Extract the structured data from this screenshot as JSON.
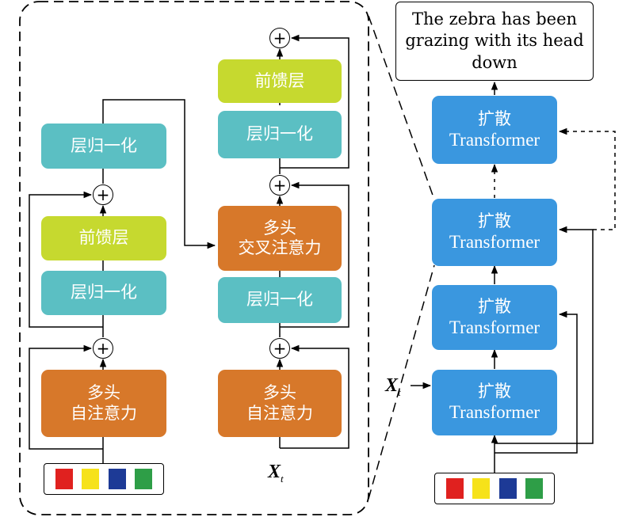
{
  "encoder_block": {
    "self_attention": [
      "多头",
      "自注意力"
    ],
    "norm1": "层归一化",
    "feed_forward": "前馈层",
    "norm2": "层归一化"
  },
  "decoder_block": {
    "self_attention": [
      "多头",
      "自注意力"
    ],
    "norm1": "层归一化",
    "cross_attention": [
      "多头",
      "交叉注意力"
    ],
    "norm2": "层归一化",
    "feed_forward": "前馈层",
    "input_label": "X",
    "input_sub": "t"
  },
  "plus_symbol": "+",
  "stack": {
    "blocks": [
      {
        "line1": "扩散",
        "line2": "Transformer"
      },
      {
        "line1": "扩散",
        "line2": "Transformer"
      },
      {
        "line1": "扩散",
        "line2": "Transformer"
      },
      {
        "line1": "扩散",
        "line2": "Transformer"
      }
    ],
    "input_label": "X",
    "input_sub": "t",
    "output_caption": "The zebra has been grazing with its head down"
  },
  "token_colors": [
    "#e0211f",
    "#f6e21a",
    "#1d3a96",
    "#2e9e47"
  ],
  "colors": {
    "layer_norm": "#5bbfc3",
    "feed_forward": "#c6d92f",
    "attention": "#d7782a",
    "transformer": "#3a97df"
  }
}
